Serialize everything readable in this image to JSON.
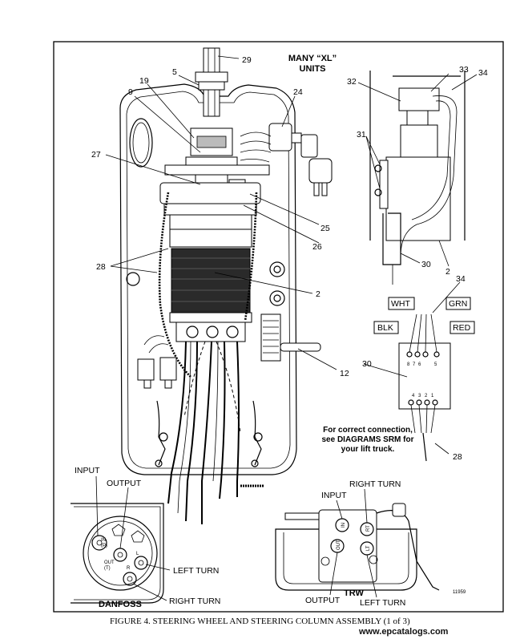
{
  "callouts": {
    "n29": "29",
    "n5": "5",
    "n19": "19",
    "n9": "9",
    "n24": "24",
    "n27": "27",
    "n25": "25",
    "n26": "26",
    "n28": "28",
    "n2": "2",
    "n12": "12",
    "n32": "32",
    "n33": "33",
    "n34": "34",
    "n31": "31",
    "n30": "30",
    "n2b": "2",
    "n34b": "34",
    "n30b": "30",
    "n28b": "28"
  },
  "header": {
    "line1": "MANY “XL”",
    "line2": "UNITS"
  },
  "wires": {
    "wht": "WHT",
    "grn": "GRN",
    "blk": "BLK",
    "red": "RED"
  },
  "pins": {
    "p8": "8",
    "p7": "7",
    "p6": "6",
    "p5": "5",
    "p4": "4",
    "p3": "3",
    "p2": "2",
    "p1": "1"
  },
  "note": {
    "line1": "For correct connection,",
    "line2": "see DIAGRAMS SRM for",
    "line3": "your lift truck."
  },
  "danfoss": {
    "input": "INPUT",
    "output": "OUTPUT",
    "left_turn": "LEFT TURN",
    "right_turn": "RIGHT TURN",
    "title": "DANFOSS",
    "port_in": "IN",
    "port_p": "(P)",
    "port_out": "OUT",
    "port_t": "(T)",
    "port_l": "L",
    "port_r": "R"
  },
  "trw": {
    "right_turn": "RIGHT TURN",
    "input": "INPUT",
    "output": "OUTPUT",
    "left_turn": "LEFT TURN",
    "title": "TRW",
    "port_in": "IN",
    "port_out": "OUT",
    "port_lt": "LT",
    "port_rt": "RT"
  },
  "ref_number": "11959",
  "caption": "FIGURE 4. STEERING WHEEL AND STEERING COLUMN ASSEMBLY (1 of 3)",
  "watermark": "www.epcatalogs.com"
}
